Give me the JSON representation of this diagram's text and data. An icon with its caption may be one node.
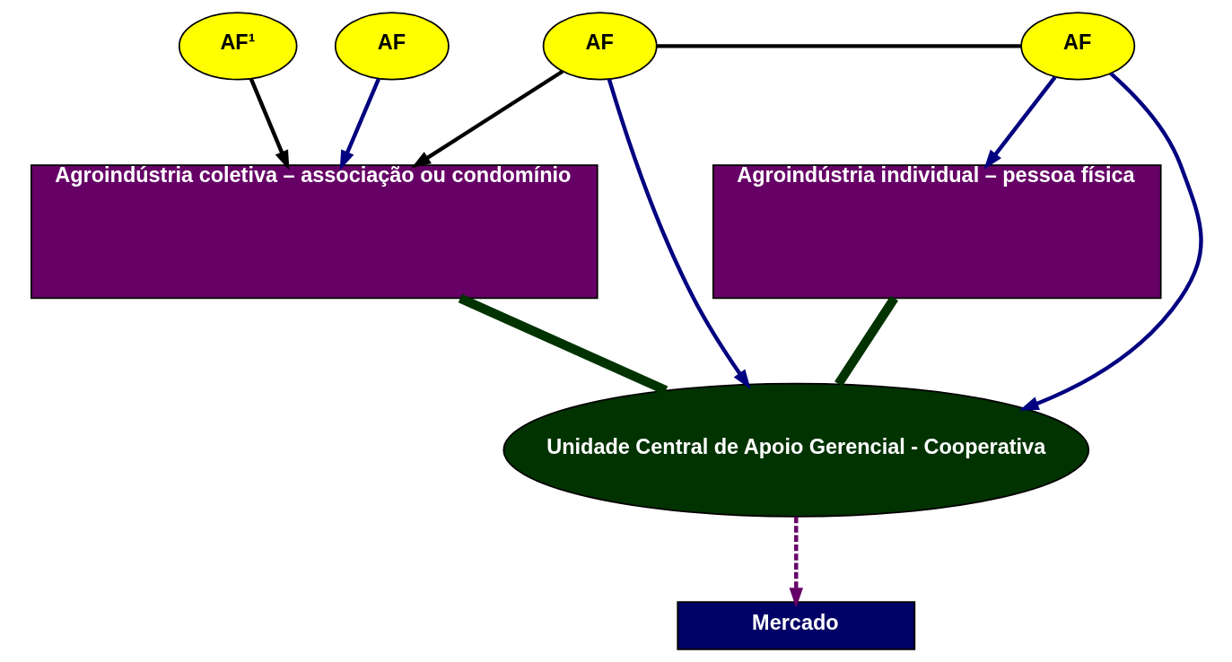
{
  "diagram": {
    "nodes": [
      {
        "text": [
          "AF¹"
        ]
      },
      {
        "text": [
          "AF"
        ]
      },
      {
        "text": [
          "AF"
        ]
      },
      {
        "text": [
          "AF"
        ]
      },
      {
        "text": [
          "Agroindústria coletiva – associação ou condomínio"
        ]
      },
      {
        "text": [
          "Agroindústria individual – pessoa física"
        ]
      },
      {
        "text": [
          "Unidade Central de Apoio Gerencial - Cooperativa"
        ]
      },
      {
        "text": [
          "Mercado"
        ]
      }
    ],
    "edges": [
      {
        "from": 0,
        "to": 4,
        "arrow": "to",
        "color": "#000000"
      },
      {
        "from": 1,
        "to": 4,
        "arrow": "to"
      },
      {
        "from": 2,
        "to": 4,
        "arrow": "to",
        "color": "#000000"
      },
      {
        "from": 2,
        "to": 3,
        "arrow": "none",
        "color": "#000000"
      },
      {
        "from": 2,
        "to": 6,
        "arrow": "to"
      },
      {
        "from": 3,
        "to": 6,
        "arrow": "to"
      },
      {
        "from": 3,
        "to": 5,
        "arrow": "to"
      },
      {
        "from": 4,
        "to": 6,
        "arrow": "none",
        "style": "thick",
        "color": "#003300"
      },
      {
        "from": 5,
        "to": 6,
        "arrow": "none",
        "style": "thick",
        "color": "#003300"
      },
      {
        "from": 6,
        "to": 7,
        "arrow": "to",
        "style": "dashed",
        "color": "#660066"
      }
    ]
  }
}
